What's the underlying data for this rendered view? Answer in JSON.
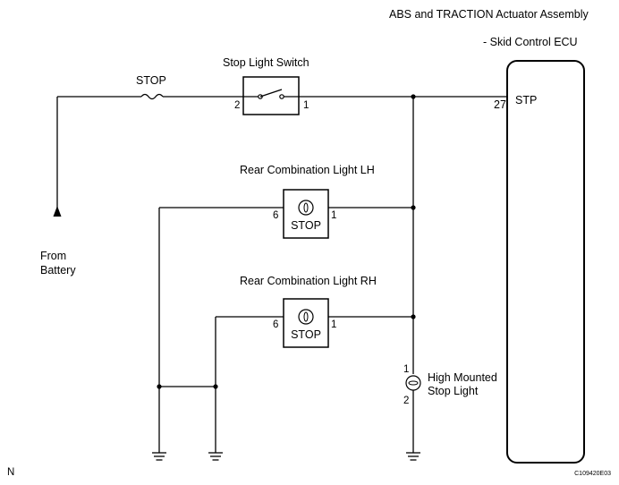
{
  "ecu": {
    "title_line1": "ABS and TRACTION Actuator Assembly",
    "title_line2": "- Skid Control ECU",
    "pin_number": "27",
    "pin_name": "STP"
  },
  "fuse": {
    "label": "STOP"
  },
  "stop_light_switch": {
    "label": "Stop Light Switch",
    "pin_left": "2",
    "pin_right": "1"
  },
  "rear_lh": {
    "label": "Rear Combination Light LH",
    "lamp_text": "STOP",
    "pin_left": "6",
    "pin_right": "1"
  },
  "rear_rh": {
    "label": "Rear Combination Light RH",
    "lamp_text": "STOP",
    "pin_left": "6",
    "pin_right": "1"
  },
  "high_mount": {
    "label_line1": "High Mounted",
    "label_line2": "Stop Light",
    "pin_top": "1",
    "pin_bottom": "2"
  },
  "battery": {
    "label_line1": "From",
    "label_line2": "Battery"
  },
  "corner_left": "N",
  "corner_right": "C109420E03"
}
